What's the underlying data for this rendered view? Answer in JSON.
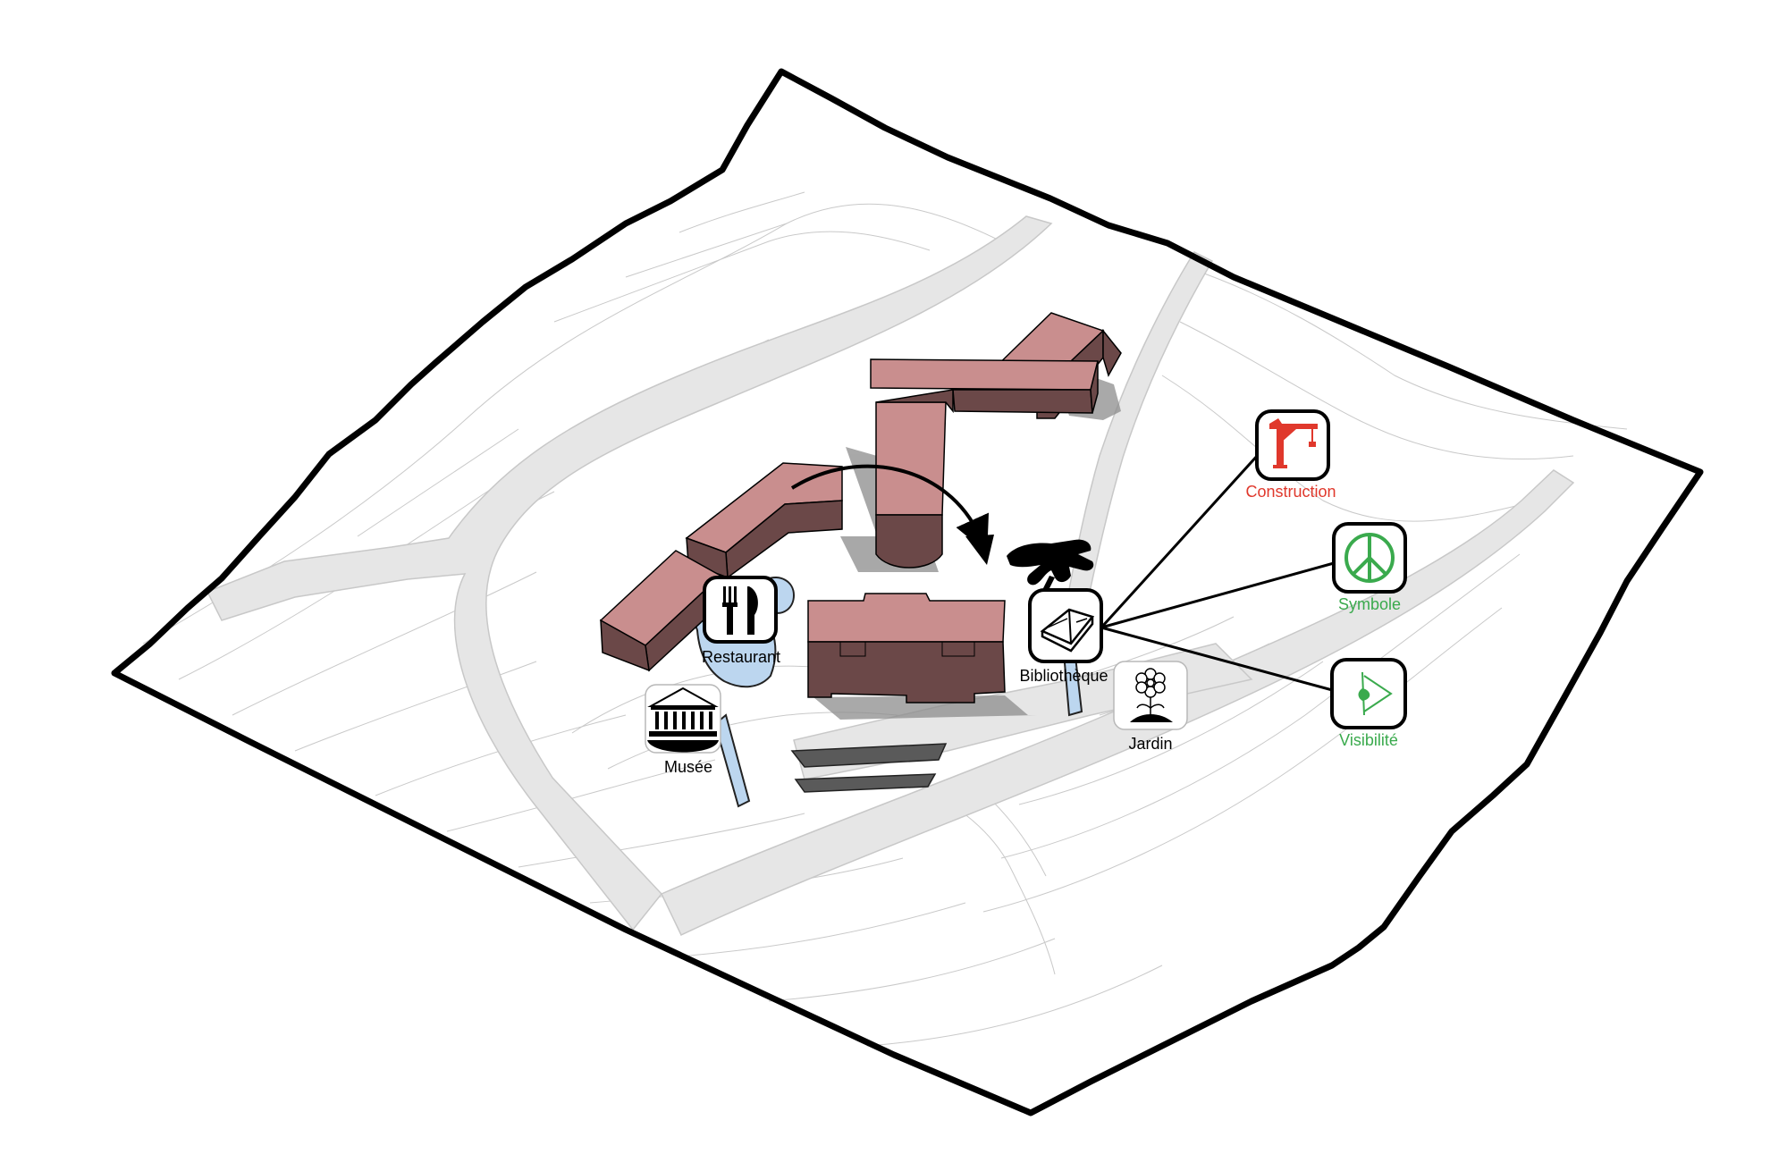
{
  "labels": {
    "restaurant": "Restaurant",
    "musee": "Musée",
    "bibliotheque": "Bibliothèque",
    "jardin": "Jardin",
    "construction": "Construction",
    "symbole": "Symbole",
    "visibilite": "Visibilité"
  },
  "colors": {
    "building_roof": "#c98e8e",
    "building_wall": "#6b4848",
    "water": "#bcd6ef",
    "road": "#e6e6e6",
    "construction": "#e0382c",
    "symbole": "#3aaa4d",
    "visibilite": "#3aaa4d",
    "outline": "#000000"
  },
  "icons": {
    "restaurant": "fork-knife-icon",
    "musee": "museum-icon",
    "bibliotheque": "open-book-icon",
    "jardin": "flower-icon",
    "construction": "crane-icon",
    "symbole": "peace-icon",
    "visibilite": "eye-icon",
    "hand": "hand-icon"
  }
}
